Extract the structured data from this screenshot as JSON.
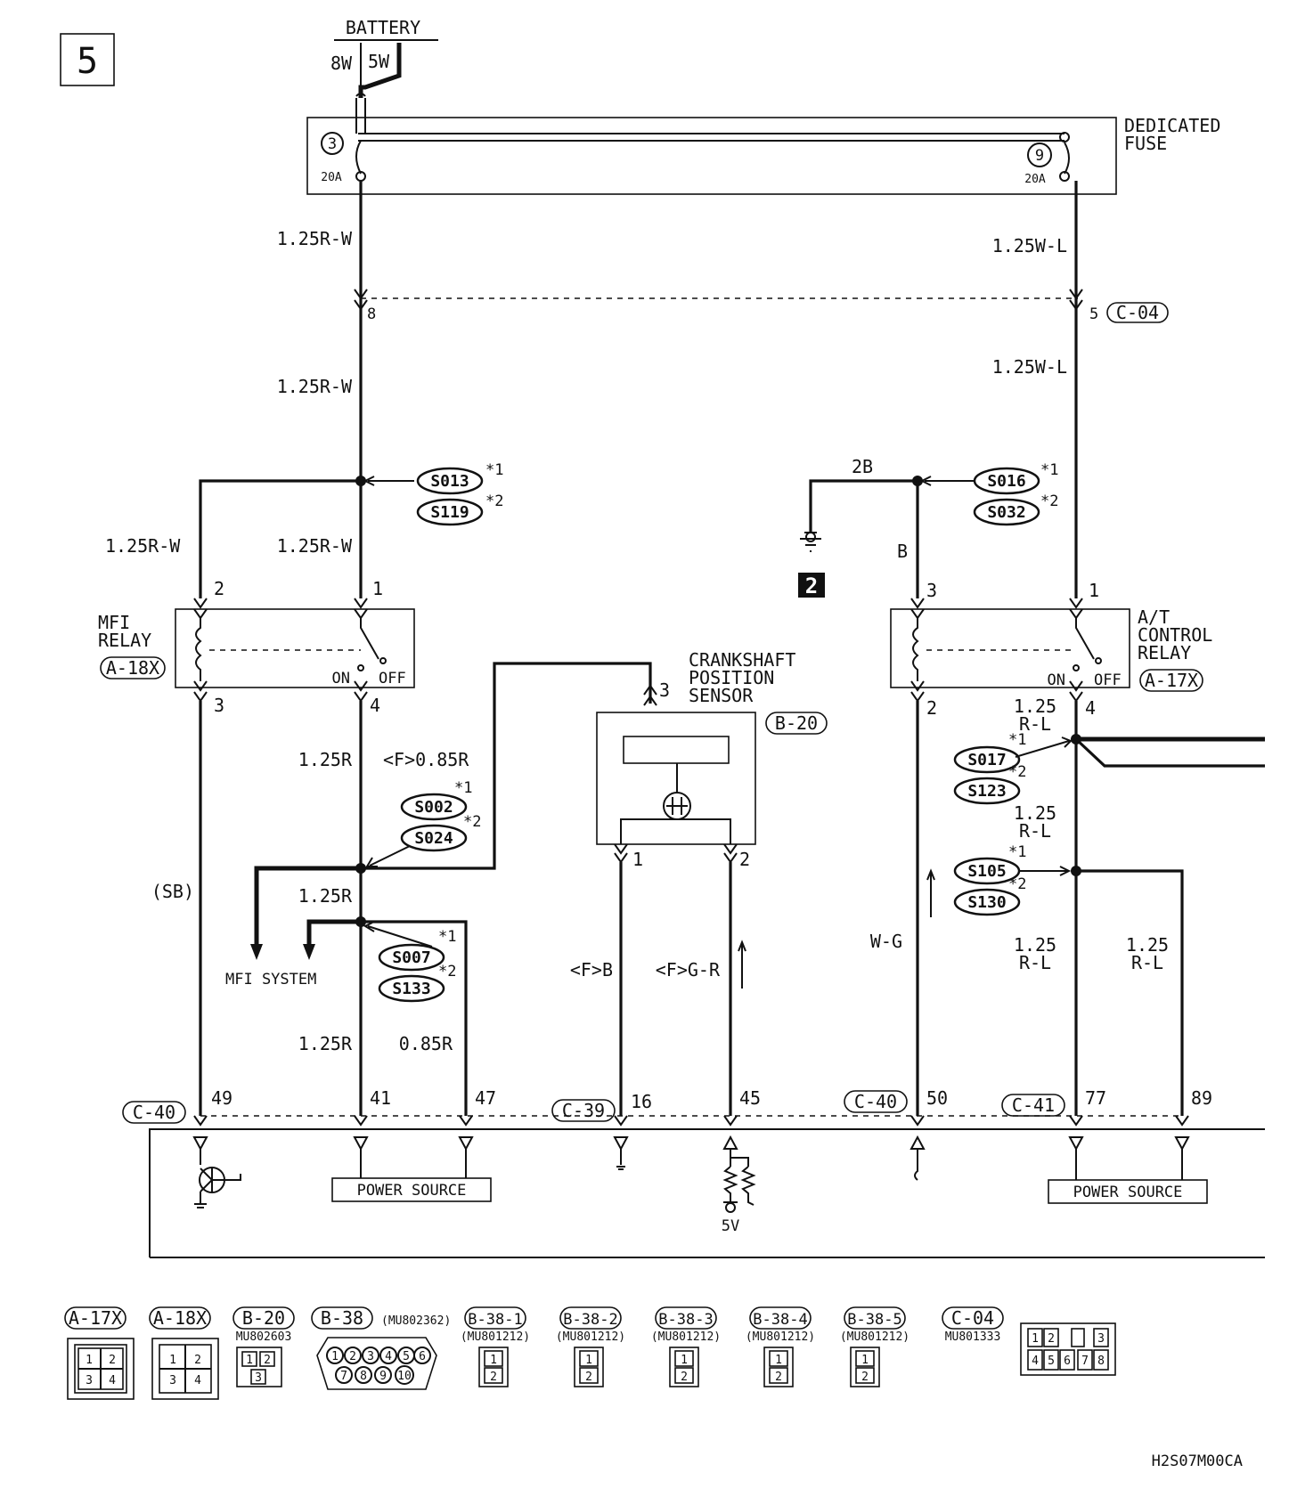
{
  "page_number": "5",
  "battery": {
    "label": "BATTERY",
    "wire_left": "8W",
    "wire_right": "5W"
  },
  "dedicated_fuse": {
    "title_line1": "DEDICATED",
    "title_line2": "FUSE",
    "fuse_left_num": "3",
    "fuse_left_rating": "20A",
    "fuse_right_num": "9",
    "fuse_right_rating": "20A"
  },
  "wires": {
    "w_1_25rw_a": "1.25R-W",
    "w_1_25rw_b": "1.25R-W",
    "w_1_25rw_c": "1.25R-W",
    "w_1_25rw_d": "1.25R-W",
    "w_1_25wl_a": "1.25W-L",
    "w_1_25wl_b": "1.25W-L",
    "w_2b": "2B",
    "w_b": "B",
    "w_1_25r_a": "1.25R",
    "w_f085r": "<F>0.85R",
    "w_1_25r_b": "1.25R",
    "w_sb": "(SB)",
    "w_1_25r_c": "1.25R",
    "w_085r": "0.85R",
    "w_fb": "<F>B",
    "w_fgr": "<F>G-R",
    "w_wg": "W-G",
    "w_125rl_a1": "1.25",
    "w_125rl_a2": "R-L",
    "w_125rl_b1": "1.25",
    "w_125rl_b2": "R-L",
    "w_125rl_c1": "1.25",
    "w_125rl_c2": "R-L",
    "w_125rl_d1": "1.25",
    "w_125rl_d2": "R-L"
  },
  "splices": {
    "s013": "S013",
    "s119": "S119",
    "s016": "S016",
    "s032": "S032",
    "s002": "S002",
    "s024": "S024",
    "s007": "S007",
    "s133": "S133",
    "s017": "S017",
    "s123": "S123",
    "s105": "S105",
    "s130": "S130",
    "note1": "*1",
    "note2": "*2"
  },
  "connector_c04": {
    "label": "C-04",
    "pin_left": "8",
    "pin_right": "5"
  },
  "ground": {
    "number": "2"
  },
  "mfi_relay": {
    "title_line1": "MFI",
    "title_line2": "RELAY",
    "connector": "A-18X",
    "pin_top_left": "2",
    "pin_top_right": "1",
    "pin_bottom_left": "3",
    "pin_bottom_right": "4",
    "on": "ON",
    "off": "OFF"
  },
  "at_relay": {
    "title_line1": "A/T",
    "title_line2": "CONTROL",
    "title_line3": "RELAY",
    "connector": "A-17X",
    "pin_top_left": "3",
    "pin_top_right": "1",
    "pin_bottom_left": "2",
    "pin_bottom_right": "4",
    "on": "ON",
    "off": "OFF"
  },
  "crank_sensor": {
    "title_line1": "CRANKSHAFT",
    "title_line2": "POSITION",
    "title_line3": "SENSOR",
    "connector": "B-20",
    "pin_top": "3",
    "pin_left": "1",
    "pin_right": "2"
  },
  "mfi_system": "MFI SYSTEM",
  "ecu": {
    "c40_a": "C-40",
    "c39": "C-39",
    "c40_b": "C-40",
    "c41": "C-41",
    "pin49": "49",
    "pin41": "41",
    "pin47": "47",
    "pin16": "16",
    "pin45": "45",
    "pin50": "50",
    "pin77": "77",
    "pin89": "89",
    "power_source_a": "POWER SOURCE",
    "power_source_b": "POWER SOURCE",
    "v5": "5V"
  },
  "connectors_legend": {
    "a17x": "A-17X",
    "a18x": "A-18X",
    "b20": "B-20",
    "b20_part": "MU802603",
    "b38": "B-38",
    "b38_part": "(MU802362)",
    "b381": "B-38-1",
    "b381_part": "(MU801212)",
    "b382": "B-38-2",
    "b382_part": "(MU801212)",
    "b383": "B-38-3",
    "b383_part": "(MU801212)",
    "b384": "B-38-4",
    "b384_part": "(MU801212)",
    "b385": "B-38-5",
    "b385_part": "(MU801212)",
    "c04": "C-04",
    "c04_part": "MU801333",
    "pins": [
      "1",
      "2",
      "3",
      "4",
      "5",
      "6",
      "7",
      "8",
      "9",
      "10"
    ]
  },
  "doc_code": "H2S07M00CA"
}
